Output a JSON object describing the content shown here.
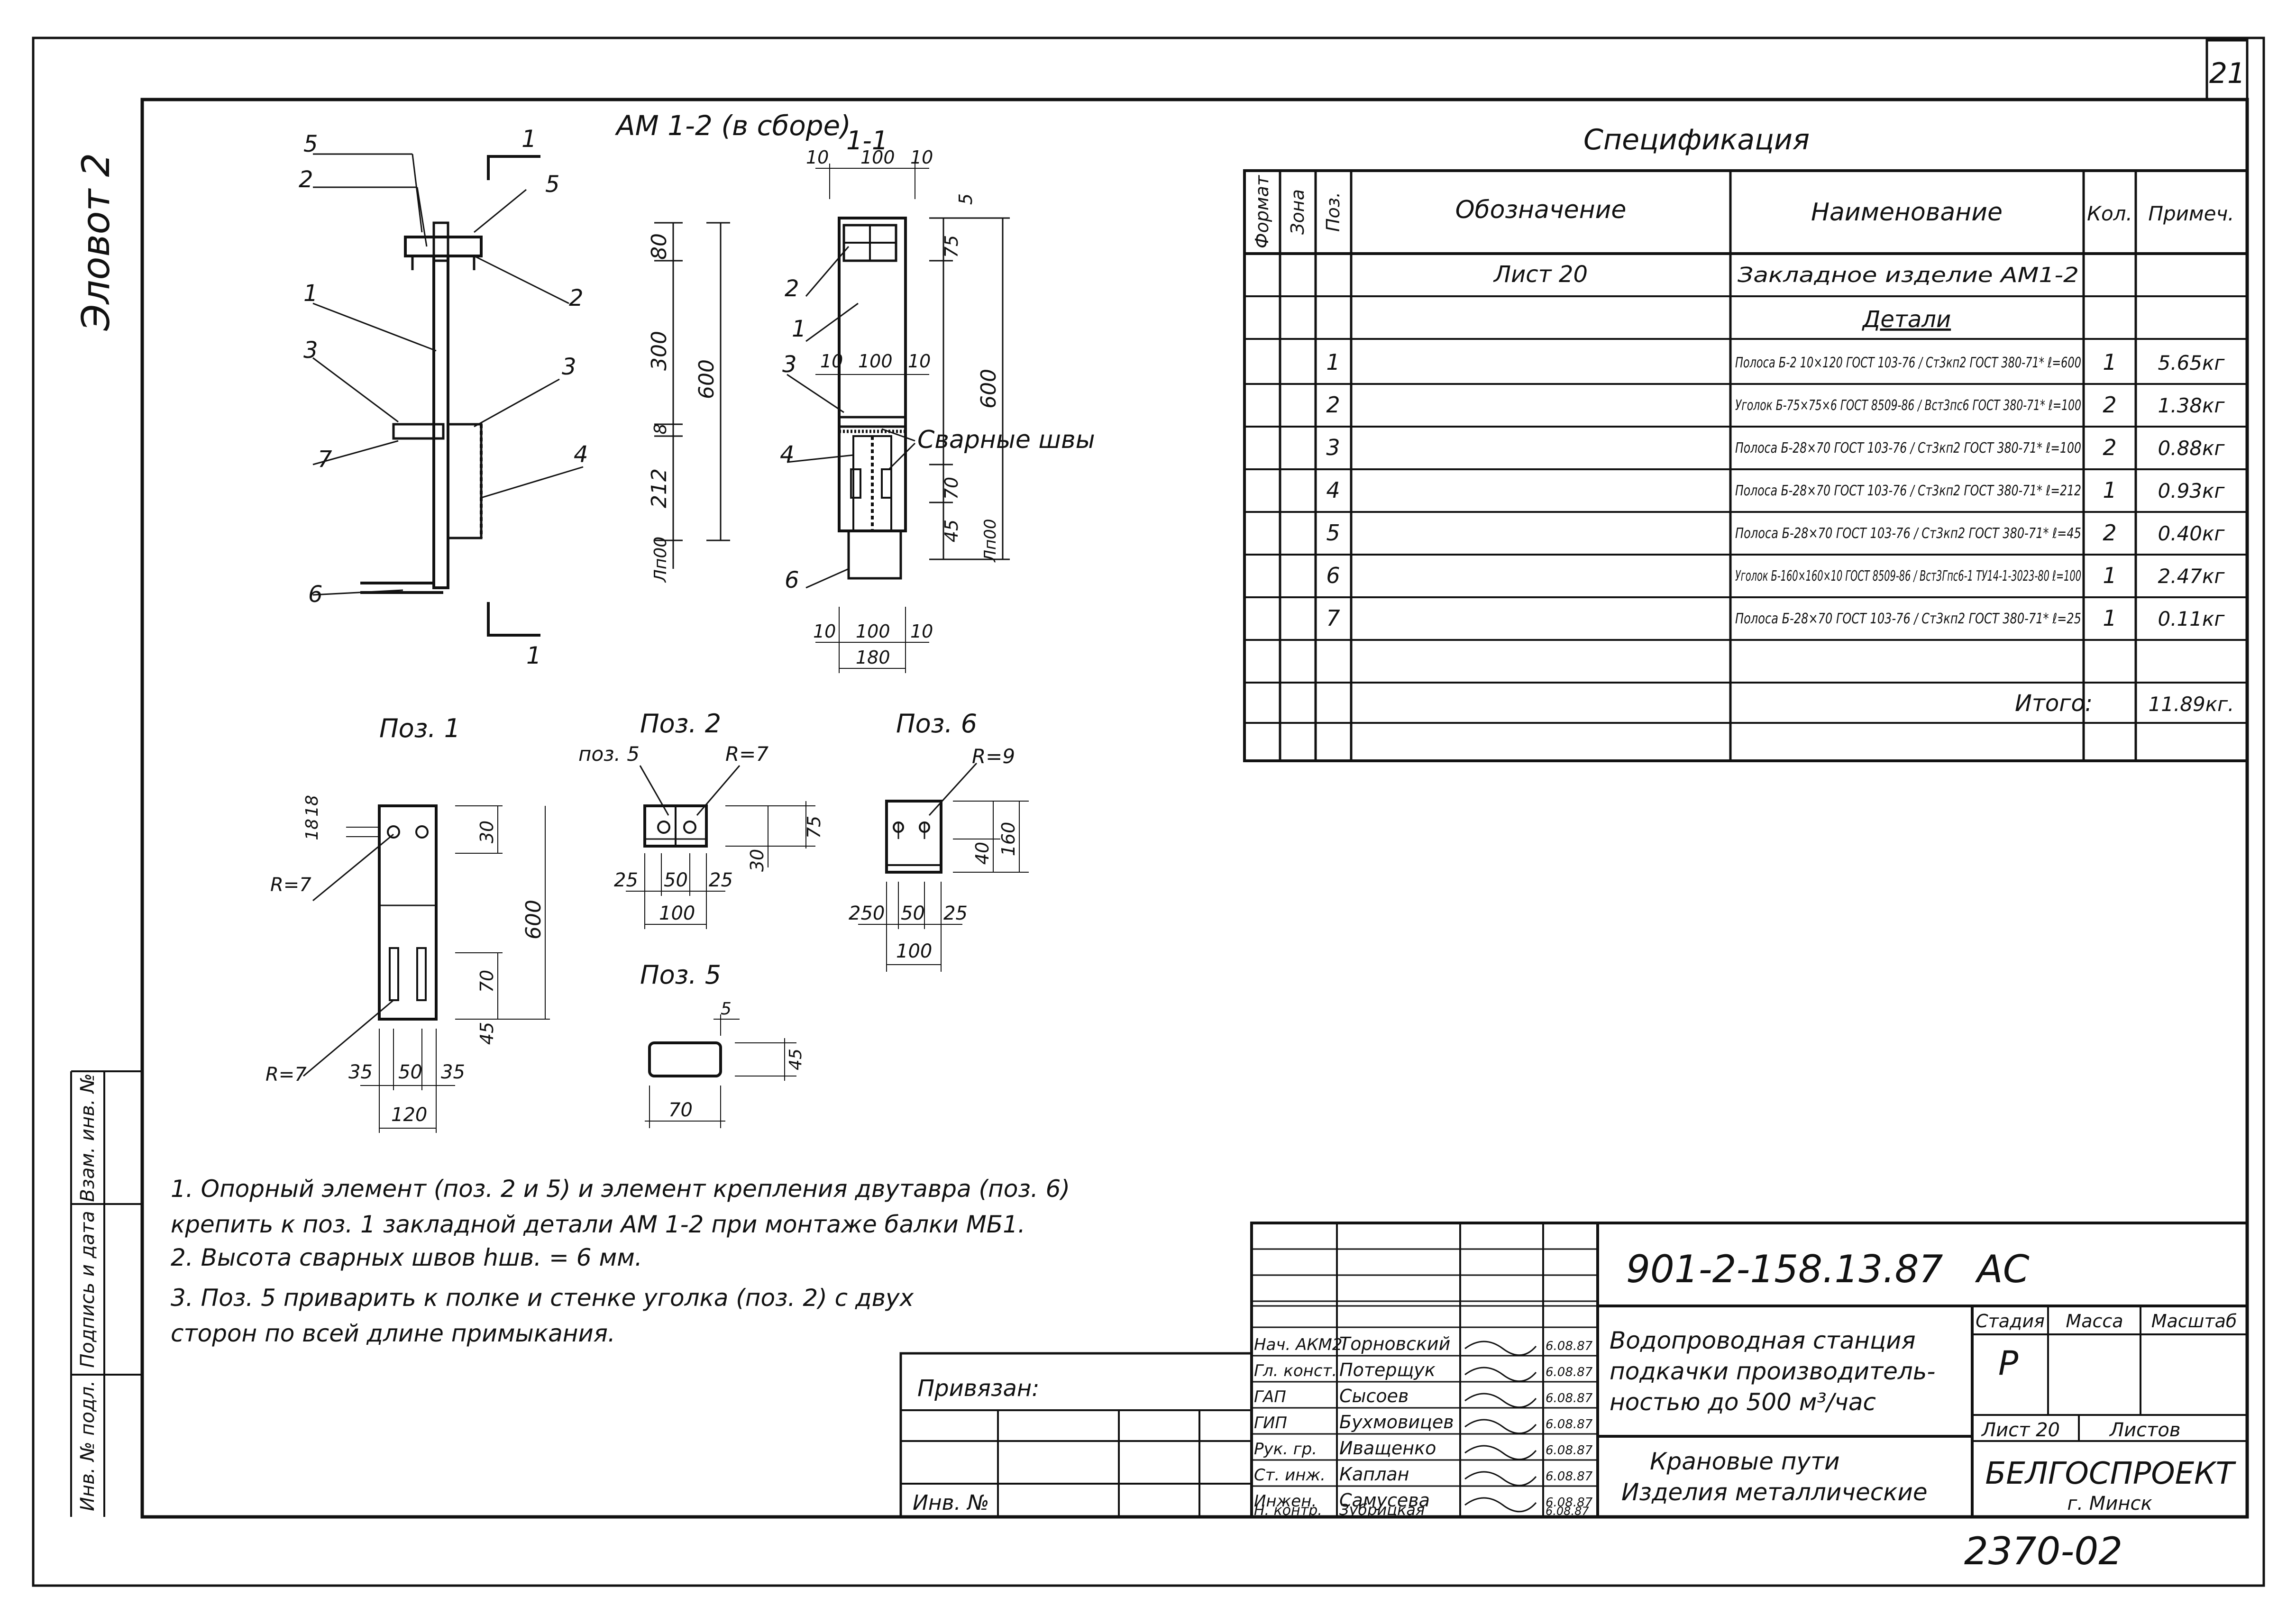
{
  "sheet": {
    "number": "21",
    "side_note": "Эловот 2",
    "code_bottom": "2370-02"
  },
  "views": {
    "main_title": "АМ 1-2 (в сборе)",
    "section_title": "1-1",
    "section_mark": "1",
    "section_mark_bottom": "1",
    "main_pos_labels": [
      "5",
      "2",
      "1",
      "3",
      "7",
      "6",
      "5",
      "2",
      "3",
      "4"
    ],
    "main_dims": [
      "80",
      "300",
      "8",
      "600",
      "212",
      "Лп00"
    ],
    "sec_top_dims": [
      "10",
      "100",
      "10"
    ],
    "sec_mid_dims": [
      "10",
      "100",
      "10"
    ],
    "sec_bot_dims": [
      "10",
      "100",
      "10",
      "180"
    ],
    "sec_labels": [
      "2",
      "1",
      "3",
      "4",
      "6"
    ],
    "sec_right_dims": [
      "75",
      "5",
      "600",
      "70",
      "45",
      "Лп00"
    ],
    "weld_label": "Сварные швы"
  },
  "details": {
    "poz1": {
      "title": "Поз. 1",
      "dims": [
        "18",
        "18",
        "30",
        "600",
        "70",
        "45",
        "35",
        "50",
        "35",
        "120"
      ],
      "radii": [
        "R=7",
        "R=7"
      ]
    },
    "poz2": {
      "title": "Поз. 2",
      "subtitle": "поз. 5",
      "dims": [
        "75",
        "30",
        "25",
        "50",
        "25",
        "100"
      ],
      "radius": "R=7"
    },
    "poz6": {
      "title": "Поз. 6",
      "dims": [
        "40",
        "160",
        "250",
        "50",
        "25",
        "100"
      ],
      "radius": "R=9"
    },
    "poz5": {
      "title": "Поз. 5",
      "dims": [
        "5",
        "45",
        "70"
      ]
    }
  },
  "spec": {
    "title": "Спецификация",
    "headers": [
      "Формат",
      "Зона",
      "Поз.",
      "Обозначение",
      "Наименование",
      "Кол.",
      "Примеч."
    ],
    "rows": [
      {
        "poz": "",
        "designation": "Лист 20",
        "name": "Закладное изделие АМ1-2",
        "qty": "",
        "note": ""
      },
      {
        "poz": "",
        "designation": "",
        "name": "Детали",
        "qty": "",
        "note": ""
      },
      {
        "poz": "1",
        "designation": "",
        "name": "Полоса Б-2 10×120 ГОСТ 103-76 / Ст3кп2 ГОСТ 380-71* ℓ=600",
        "qty": "1",
        "note": "5.65кг"
      },
      {
        "poz": "2",
        "designation": "",
        "name": "Уголок Б-75×75×6 ГОСТ 8509-86 / Вст3пс6 ГОСТ 380-71* ℓ=100",
        "qty": "2",
        "note": "1.38кг"
      },
      {
        "poz": "3",
        "designation": "",
        "name": "Полоса Б-28×70 ГОСТ 103-76 / Ст3кп2 ГОСТ 380-71* ℓ=100",
        "qty": "2",
        "note": "0.88кг"
      },
      {
        "poz": "4",
        "designation": "",
        "name": "Полоса Б-28×70 ГОСТ 103-76 / Ст3кп2 ГОСТ 380-71* ℓ=212",
        "qty": "1",
        "note": "0.93кг"
      },
      {
        "poz": "5",
        "designation": "",
        "name": "Полоса Б-28×70 ГОСТ 103-76 / Ст3кп2 ГОСТ 380-71* ℓ=45",
        "qty": "2",
        "note": "0.40кг"
      },
      {
        "poz": "6",
        "designation": "",
        "name": "Уголок Б-160×160×10 ГОСТ 8509-86 / Вст3Гпс6-1 ТУ14-1-3023-80 ℓ=100",
        "qty": "1",
        "note": "2.47кг"
      },
      {
        "poz": "7",
        "designation": "",
        "name": "Полоса Б-28×70 ГОСТ 103-76 / Ст3кп2 ГОСТ 380-71* ℓ=25",
        "qty": "1",
        "note": "0.11кг"
      },
      {
        "poz": "",
        "designation": "",
        "name": "",
        "qty": "",
        "note": ""
      },
      {
        "poz": "",
        "designation": "",
        "name": "Итого:",
        "qty": "",
        "note": "11.89кг."
      },
      {
        "poz": "",
        "designation": "",
        "name": "",
        "qty": "",
        "note": ""
      }
    ]
  },
  "notes": [
    "1. Опорный элемент (поз. 2 и 5) и элемент крепления двутавра (поз. 6)",
    "крепить к поз. 1 закладной детали АМ 1-2 при монтаже балки МБ1.",
    "2. Высота сварных швов hшв. = 6 мм.",
    "3. Поз. 5 приварить к полке и стенке уголка (поз. 2) с двух",
    "сторон по всей длине примыкания."
  ],
  "left_strip": [
    "Инв. № подл.",
    "Подпись и дата",
    "Взам. инв. №"
  ],
  "privyazan": {
    "label": "Привязан:",
    "inv_label": "Инв. №"
  },
  "title_block": {
    "code": "901-2-158.13.87",
    "mark": "АС",
    "title_lines": [
      "Водопроводная станция",
      "подкачки производитель-",
      "ностью до 500 м³/час"
    ],
    "subtitle_lines": [
      "Крановые пути",
      "Изделия металлические"
    ],
    "stage_header": "Стадия",
    "mass_header": "Масса",
    "scale_header": "Масштаб",
    "stage": "Р",
    "sheet_label": "Лист 20",
    "sheets_label": "Листов",
    "org": "БЕЛГОСПРОЕКТ",
    "city": "г. Минск",
    "people": [
      {
        "role": "Нач. АКМ2",
        "name": "Торновский",
        "date": "6.08.87"
      },
      {
        "role": "Гл. конст.",
        "name": "Потерщук",
        "date": "6.08.87"
      },
      {
        "role": "ГАП",
        "name": "Сысоев",
        "date": "6.08.87"
      },
      {
        "role": "ГИП",
        "name": "Бухмовицев",
        "date": "6.08.87"
      },
      {
        "role": "Рук. гр.",
        "name": "Иващенко",
        "date": "6.08.87"
      },
      {
        "role": "Ст. инж.",
        "name": "Каплан",
        "date": "6.08.87"
      },
      {
        "role": "Инжен.",
        "name": "Самусева",
        "date": "6.08.87"
      },
      {
        "role": "Н. контр.",
        "name": "Зубрицкая",
        "date": "6.08.87"
      }
    ]
  }
}
